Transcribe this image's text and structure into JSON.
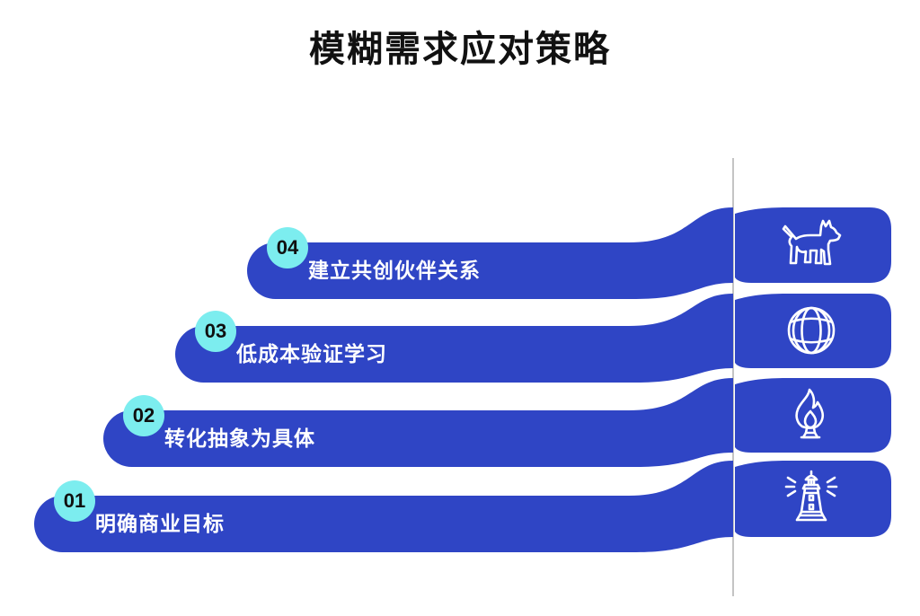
{
  "page": {
    "title": "模糊需求应对策略"
  },
  "steps": [
    {
      "number": "01",
      "label": "明确商业目标",
      "icon": "lighthouse-icon"
    },
    {
      "number": "02",
      "label": "转化抽象为具体",
      "icon": "flame-icon"
    },
    {
      "number": "03",
      "label": "低成本验证学习",
      "icon": "globe-icon"
    },
    {
      "number": "04",
      "label": "建立共创伙伴关系",
      "icon": "dog-icon"
    }
  ],
  "colors": {
    "bar-blue": "#2F45C5",
    "badge-cyan": "#7CEDEF",
    "badge-text": "#101010",
    "label-white": "#FFFFFF",
    "divider-gray": "#C4C4C4",
    "title-color": "#111111",
    "bg": "#FFFFFF"
  }
}
